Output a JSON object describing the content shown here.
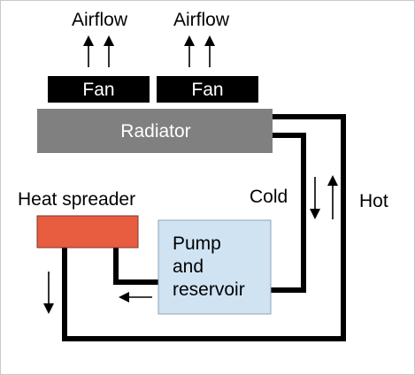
{
  "labels": {
    "airflow_left": "Airflow",
    "airflow_right": "Airflow",
    "fan_left": "Fan",
    "fan_right": "Fan",
    "radiator": "Radiator",
    "heat_spreader": "Heat spreader",
    "pump_line1": "Pump",
    "pump_line2": "and",
    "pump_line3": "reservoir",
    "cold": "Cold",
    "hot": "Hot"
  },
  "colors": {
    "fan": "#000000",
    "radiator": "#808080",
    "heat_spreader": "#e85c3f",
    "pump": "#cfe3f3",
    "pipe": "#000000",
    "text_light": "#ffffff",
    "text_dark": "#000000"
  }
}
